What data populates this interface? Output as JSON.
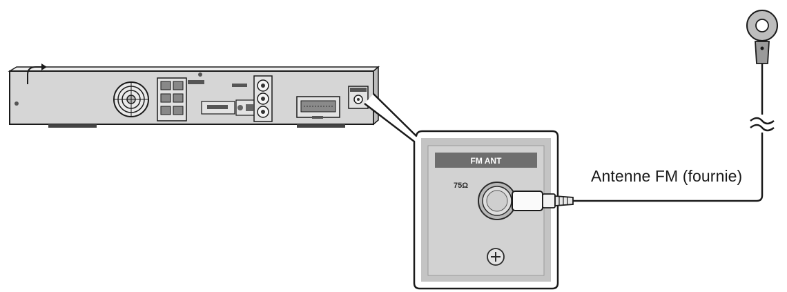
{
  "labels": {
    "panel_title": "FM ANT",
    "impedance": "75Ω",
    "antenna_caption": "Antenne FM (fournie)"
  },
  "icons": {
    "fan": "fan-grille-icon",
    "screw": "screw-icon",
    "break_mark": "cable-break-icon",
    "antenna_tip": "antenna-tip-icon"
  },
  "colors": {
    "line": "#1a1a1a",
    "receiver_body": "#d6d6d6",
    "panel_header": "#6e6e6e",
    "panel_face": "#cfcfcf"
  }
}
